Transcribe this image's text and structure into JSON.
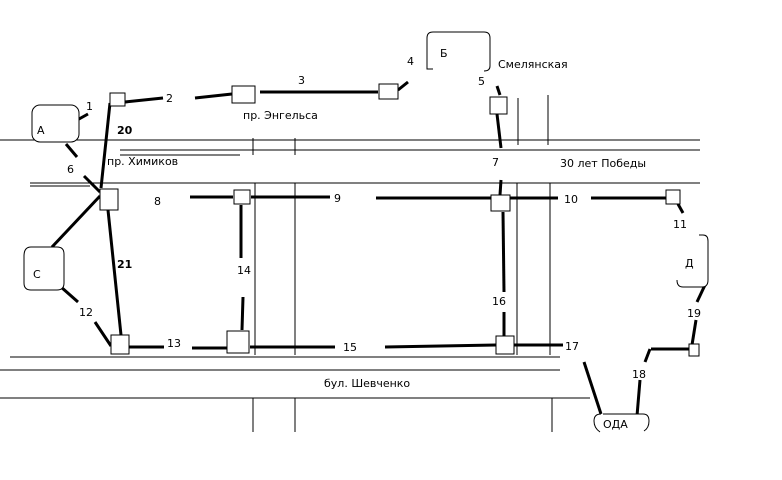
{
  "zones": {
    "A": "А",
    "B": "Б",
    "C": "С",
    "D": "Д",
    "ODA": "ОДА"
  },
  "streets": {
    "engelsa": "пр. Энгельса",
    "khimikov": "пр. Химиков",
    "smelyanskaya": "Смелянская",
    "pobedy": "30 лет Победы",
    "shevchenko": "бул. Шевченко"
  },
  "segments": {
    "s1": "1",
    "s2": "2",
    "s3": "3",
    "s4": "4",
    "s5": "5",
    "s6": "6",
    "s7": "7",
    "s8": "8",
    "s9": "9",
    "s10": "10",
    "s11": "11",
    "s12": "12",
    "s13": "13",
    "s14": "14",
    "s15": "15",
    "s16": "16",
    "s17": "17",
    "s18": "18",
    "s19": "19",
    "s20": "20",
    "s21": "21"
  }
}
